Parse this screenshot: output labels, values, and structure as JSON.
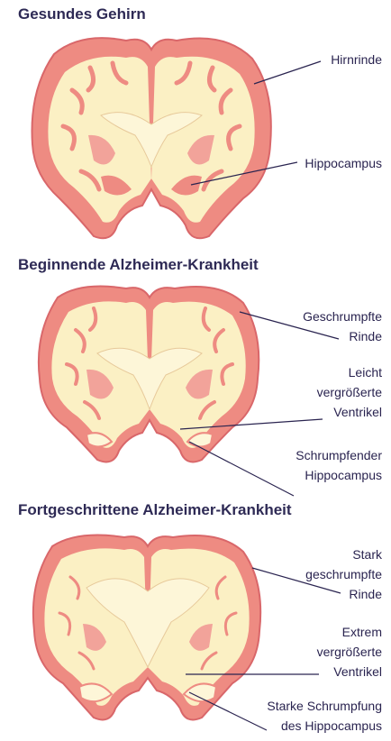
{
  "sections": [
    {
      "heading": "Gesundes Gehirn",
      "labels": [
        {
          "lines": [
            "Hirnrinde"
          ]
        },
        {
          "lines": [
            "Hippocampus"
          ]
        }
      ]
    },
    {
      "heading": "Beginnende Alzheimer-Krankheit",
      "labels": [
        {
          "lines": [
            "Geschrumpfte",
            "Rinde"
          ]
        },
        {
          "lines": [
            "Leicht",
            "vergrößerte",
            "Ventrikel"
          ]
        },
        {
          "lines": [
            "Schrumpfender",
            "Hippocampus"
          ]
        }
      ]
    },
    {
      "heading": "Fortgeschrittene Alzheimer-Krankheit",
      "labels": [
        {
          "lines": [
            "Stark",
            "geschrumpfte",
            "Rinde"
          ]
        },
        {
          "lines": [
            "Extrem",
            "vergrößerte",
            "Ventrikel"
          ]
        },
        {
          "lines": [
            "Starke Schrumpfung",
            "des Hippocampus"
          ]
        }
      ]
    }
  ],
  "colors": {
    "cortex": "#ee8b82",
    "cortex_edge": "#d9676a",
    "white_matter": "#fbf0c4",
    "ventricle": "#fdf6d8",
    "deep_nuclei": "#f2a39a",
    "leader_line": "#2a2450",
    "heading": "#2e2a55"
  }
}
